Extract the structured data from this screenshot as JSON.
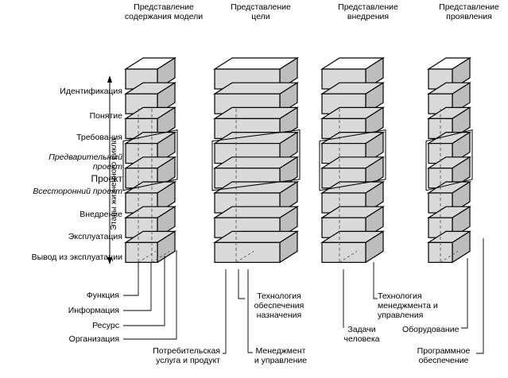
{
  "headers": [
    "Представление содержания модели",
    "Представление цели",
    "Представление внедрения",
    "Представление проявления"
  ],
  "stages": [
    "Идентификация",
    "Понятие",
    "Требования",
    "Предварительный проект",
    "Проект",
    "Всесторонний проект",
    "Внедрение",
    "Эксплуатация",
    "Вывод из эксплуатации"
  ],
  "axis_label": "Этапы жизненного цикла",
  "bottom_left_labels": [
    "Функция",
    "Информация",
    "Ресурс",
    "Организация"
  ],
  "bottom_labels": {
    "consumer_service": "Потребительская услуга и продукт",
    "mission_technology": "Технология обеспечения назначения",
    "management_control": "Менеджмент и управление",
    "management_technology": "Технология менеджмента и управления",
    "human_tasks": "Задачи человека",
    "equipment": "Оборудование",
    "software": "Программное обеспечение"
  },
  "colors": {
    "face_front": "#d9d9d9",
    "face_top": "#ffffff",
    "face_side": "#bdbdbd",
    "stroke": "#000000"
  }
}
